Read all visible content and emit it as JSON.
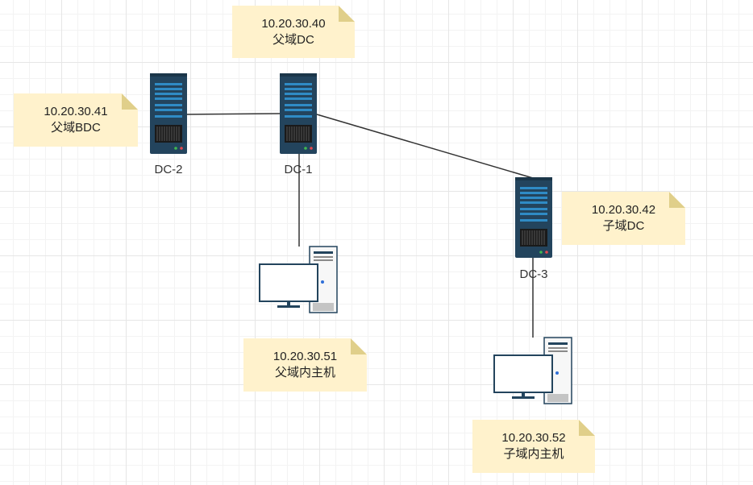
{
  "nodes": {
    "dc1": {
      "label": "DC-1"
    },
    "dc2": {
      "label": "DC-2"
    },
    "dc3": {
      "label": "DC-3"
    }
  },
  "notes": {
    "dc1": {
      "ip": "10.20.30.40",
      "role": "父域DC"
    },
    "dc2": {
      "ip": "10.20.30.41",
      "role": "父域BDC"
    },
    "dc3": {
      "ip": "10.20.30.42",
      "role": "子域DC"
    },
    "host1": {
      "ip": "10.20.30.51",
      "role": "父域内主机"
    },
    "host2": {
      "ip": "10.20.30.52",
      "role": "子域内主机"
    }
  },
  "colors": {
    "server_body": "#23445d",
    "server_stripe": "#2f8bc5",
    "note_fill": "#fff2cc",
    "note_fold": "#e0cf8a",
    "edge": "#333333"
  },
  "icons": {
    "server": "server-rack-icon",
    "workstation": "desktop-computer-icon"
  }
}
